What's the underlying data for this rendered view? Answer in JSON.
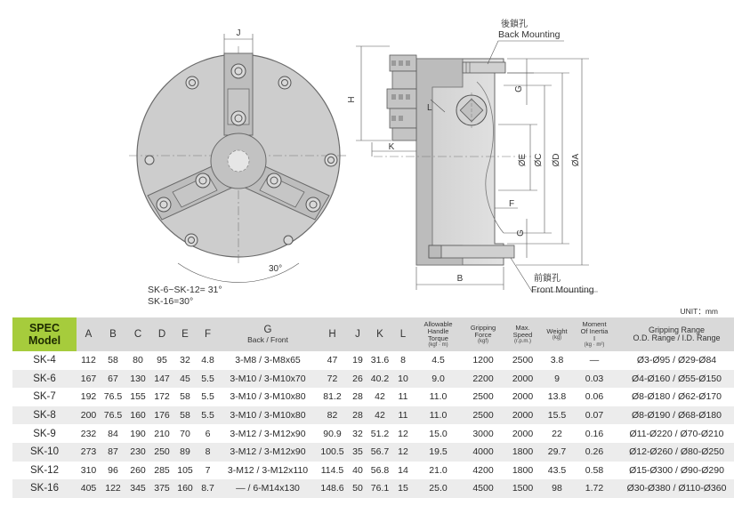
{
  "drawing": {
    "front_label_cn": "後鎖孔",
    "front_label_en": "Back Mounting",
    "bottom_label_cn": "前鎖孔",
    "bottom_label_en": "Front Mounting",
    "dims": {
      "J": "J",
      "H": "H",
      "K": "K",
      "L": "L",
      "G": "G",
      "F": "F",
      "B": "B",
      "E": "ØE",
      "C": "ØC",
      "D": "ØD",
      "A": "ØA",
      "angle": "30°"
    },
    "note_line1": "SK-6~SK-12= 31°",
    "note_line2": "SK-16=30°"
  },
  "unit_label": "UNIT：mm",
  "table": {
    "headers": {
      "spec": "SPEC",
      "model": "Model",
      "A": "A",
      "B": "B",
      "C": "C",
      "D": "D",
      "E": "E",
      "F": "F",
      "G": "G",
      "G_sub": "Back / Front",
      "H": "H",
      "J": "J",
      "K": "K",
      "L": "L",
      "torque1": "Allowable",
      "torque2": "Handle",
      "torque3": "Torque",
      "torque_unit": "(kgf · m)",
      "force1": "Gripping",
      "force2": "Force",
      "force_unit": "(kgf)",
      "speed1": "Max.",
      "speed2": "Speed",
      "speed_unit": "(r.p.m.)",
      "weight": "Weight",
      "weight_unit": "(kg)",
      "inertia1": "Moment",
      "inertia2": "Of Inertia",
      "inertia3": "I",
      "inertia_unit": "(kg · m²)",
      "range1": "Gripping Range",
      "range2": "O.D. Range / I.D. Range"
    },
    "rows": [
      {
        "model": "SK-4",
        "A": "112",
        "B": "58",
        "C": "80",
        "D": "95",
        "E": "32",
        "F": "4.8",
        "G": "3-M8 / 3-M8x65",
        "H": "47",
        "J": "19",
        "K": "31.6",
        "L": "8",
        "torque": "4.5",
        "force": "1200",
        "speed": "2500",
        "weight": "3.8",
        "inertia": "—",
        "range": "Ø3-Ø95 / Ø29-Ø84"
      },
      {
        "model": "SK-6",
        "A": "167",
        "B": "67",
        "C": "130",
        "D": "147",
        "E": "45",
        "F": "5.5",
        "G": "3-M10 / 3-M10x70",
        "H": "72",
        "J": "26",
        "K": "40.2",
        "L": "10",
        "torque": "9.0",
        "force": "2200",
        "speed": "2000",
        "weight": "9",
        "inertia": "0.03",
        "range": "Ø4-Ø160 / Ø55-Ø150"
      },
      {
        "model": "SK-7",
        "A": "192",
        "B": "76.5",
        "C": "155",
        "D": "172",
        "E": "58",
        "F": "5.5",
        "G": "3-M10 / 3-M10x80",
        "H": "81.2",
        "J": "28",
        "K": "42",
        "L": "11",
        "torque": "11.0",
        "force": "2500",
        "speed": "2000",
        "weight": "13.8",
        "inertia": "0.06",
        "range": "Ø8-Ø180 / Ø62-Ø170"
      },
      {
        "model": "SK-8",
        "A": "200",
        "B": "76.5",
        "C": "160",
        "D": "176",
        "E": "58",
        "F": "5.5",
        "G": "3-M10 / 3-M10x80",
        "H": "82",
        "J": "28",
        "K": "42",
        "L": "11",
        "torque": "11.0",
        "force": "2500",
        "speed": "2000",
        "weight": "15.5",
        "inertia": "0.07",
        "range": "Ø8-Ø190 / Ø68-Ø180"
      },
      {
        "model": "SK-9",
        "A": "232",
        "B": "84",
        "C": "190",
        "D": "210",
        "E": "70",
        "F": "6",
        "G": "3-M12 / 3-M12x90",
        "H": "90.9",
        "J": "32",
        "K": "51.2",
        "L": "12",
        "torque": "15.0",
        "force": "3000",
        "speed": "2000",
        "weight": "22",
        "inertia": "0.16",
        "range": "Ø11-Ø220 / Ø70-Ø210"
      },
      {
        "model": "SK-10",
        "A": "273",
        "B": "87",
        "C": "230",
        "D": "250",
        "E": "89",
        "F": "8",
        "G": "3-M12 / 3-M12x90",
        "H": "100.5",
        "J": "35",
        "K": "56.7",
        "L": "12",
        "torque": "19.5",
        "force": "4000",
        "speed": "1800",
        "weight": "29.7",
        "inertia": "0.26",
        "range": "Ø12-Ø260 / Ø80-Ø250"
      },
      {
        "model": "SK-12",
        "A": "310",
        "B": "96",
        "C": "260",
        "D": "285",
        "E": "105",
        "F": "7",
        "G": "3-M12 / 3-M12x110",
        "H": "114.5",
        "J": "40",
        "K": "56.8",
        "L": "14",
        "torque": "21.0",
        "force": "4200",
        "speed": "1800",
        "weight": "43.5",
        "inertia": "0.58",
        "range": "Ø15-Ø300 / Ø90-Ø290"
      },
      {
        "model": "SK-16",
        "A": "405",
        "B": "122",
        "C": "345",
        "D": "375",
        "E": "160",
        "F": "8.7",
        "G": "— / 6-M14x130",
        "H": "148.6",
        "J": "50",
        "K": "76.1",
        "L": "15",
        "torque": "25.0",
        "force": "4500",
        "speed": "1500",
        "weight": "98",
        "inertia": "1.72",
        "range": "Ø30-Ø380 / Ø110-Ø360"
      }
    ]
  }
}
